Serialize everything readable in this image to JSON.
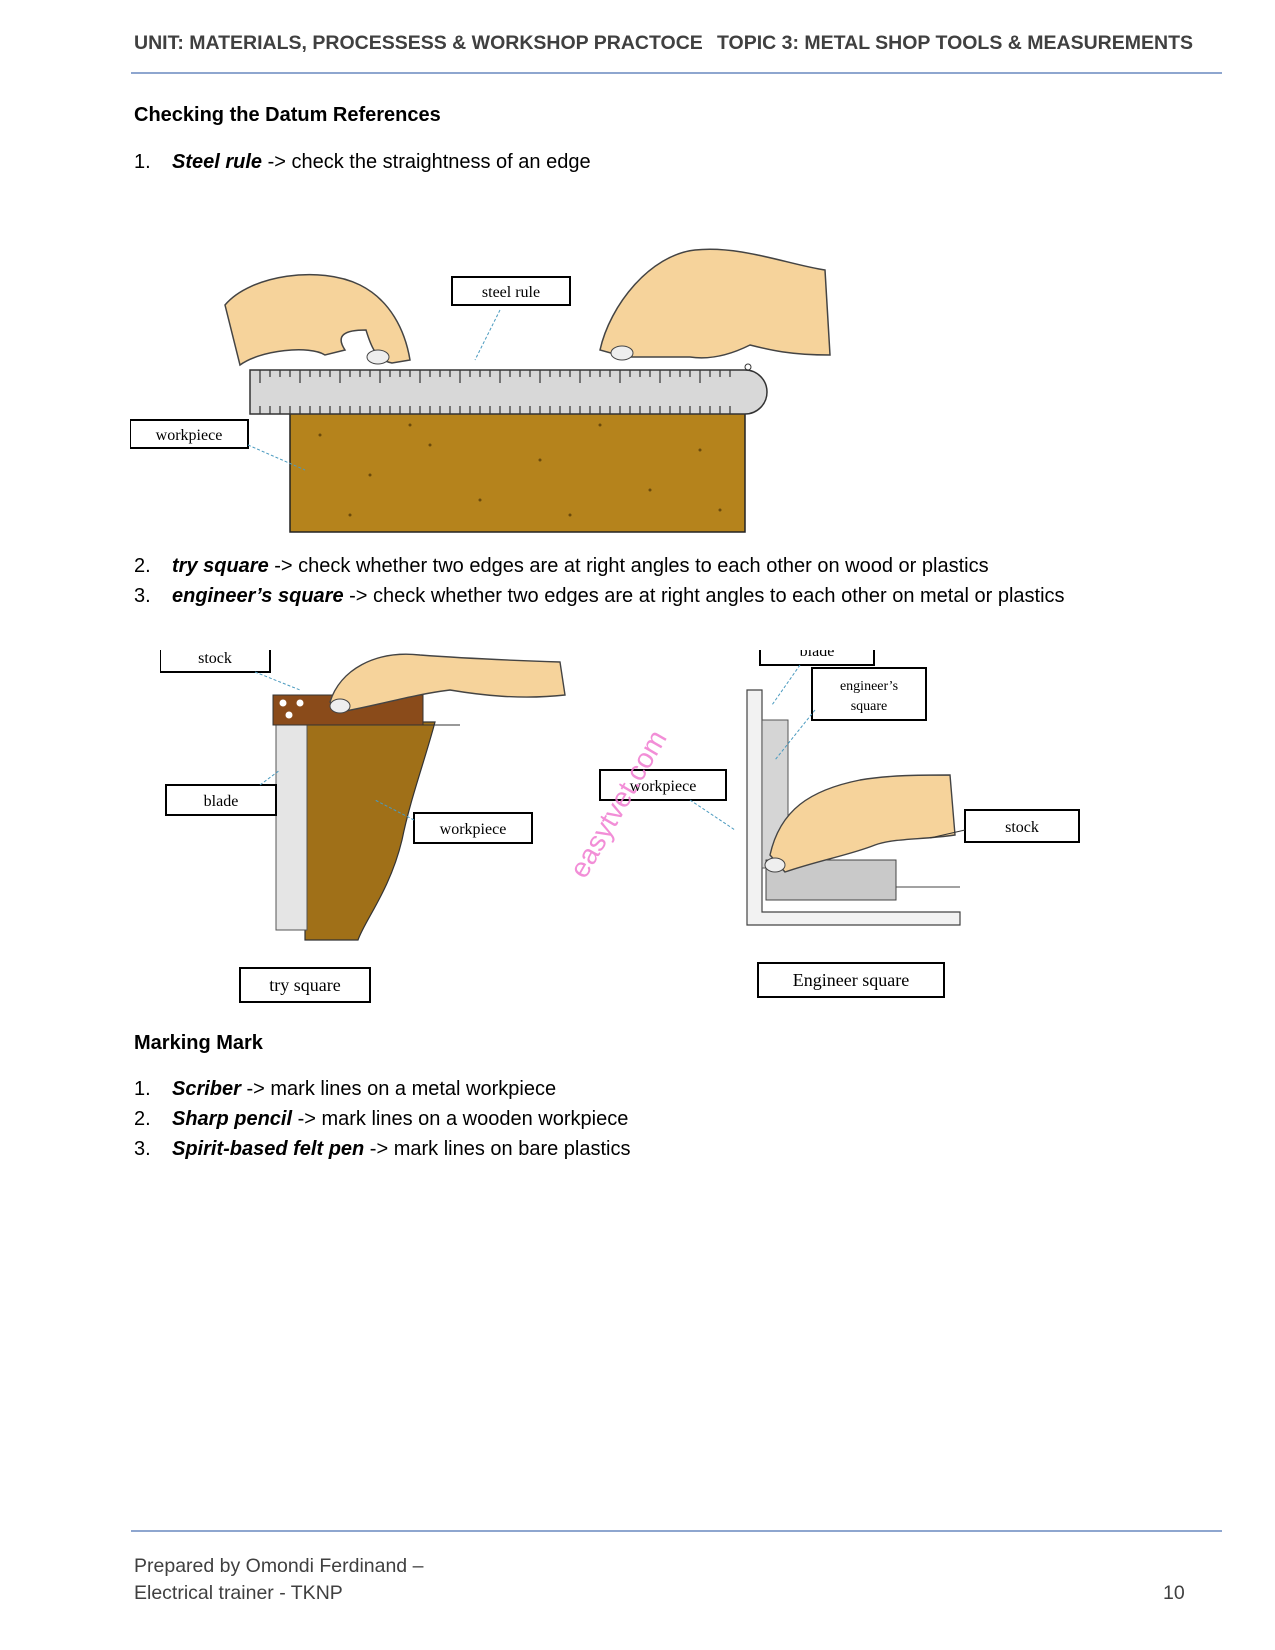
{
  "header": {
    "left": "UNIT: MATERIALS, PROCESSESS & WORKSHOP PRACTOCE",
    "right": "TOPIC 3: METAL SHOP TOOLS & MEASUREMENTS"
  },
  "section1": {
    "title": "Checking the Datum References",
    "items": [
      {
        "num": "1.",
        "term": "Steel rule",
        "desc": " -> check the straightness of an edge"
      },
      {
        "num": "2.",
        "term": "try square",
        "desc": " -> check whether two edges are at right angles to each other on wood or plastics"
      },
      {
        "num": "3.",
        "term": "engineer’s square",
        "desc": " -> check whether two edges are at right angles to each other on metal or plastics"
      }
    ]
  },
  "figure1": {
    "labels": {
      "steel_rule": "steel rule",
      "workpiece": "workpiece"
    }
  },
  "figure2": {
    "try_square": {
      "stock": "stock",
      "blade": "blade",
      "workpiece": "workpiece",
      "caption": "try square"
    },
    "engineer_square": {
      "blade": "blade",
      "name_line1": "engineer’s",
      "name_line2": "square",
      "workpiece": "workpiece",
      "stock": "stock",
      "caption": "Engineer square"
    },
    "watermark": "easytvet.com"
  },
  "section2": {
    "title": "Marking Mark",
    "items": [
      {
        "num": "1.",
        "term": "Scriber",
        "desc": " -> mark lines on a metal workpiece"
      },
      {
        "num": "2.",
        "term": "Sharp pencil",
        "desc": " -> mark lines on a wooden workpiece"
      },
      {
        "num": "3.",
        "term": "Spirit-based felt pen",
        "desc": " -> mark lines on bare plastics"
      }
    ]
  },
  "footer": {
    "line1": "Prepared by Omondi Ferdinand –",
    "line2": "Electrical trainer - TKNP",
    "page": "10"
  }
}
